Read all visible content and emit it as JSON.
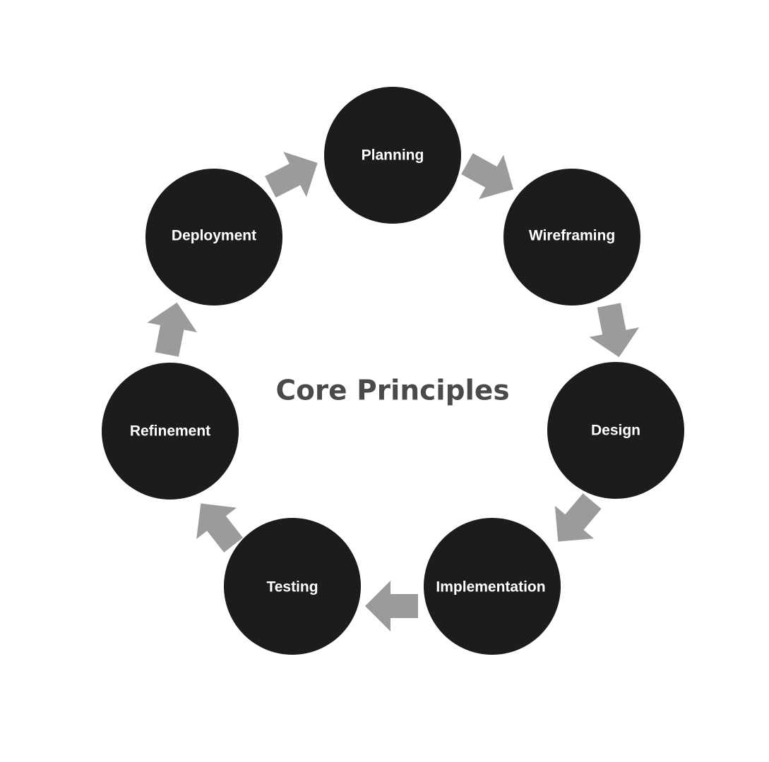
{
  "diagram": {
    "title": "Core Principles",
    "colors": {
      "node_fill": "#1c1c1c",
      "node_text": "#ffffff",
      "arrow": "#9b9b9b",
      "title_text": "#4a4a4a",
      "background": "#ffffff"
    },
    "stages": [
      {
        "label": "Planning"
      },
      {
        "label": "Wireframing"
      },
      {
        "label": "Design"
      },
      {
        "label": "Implementation"
      },
      {
        "label": "Testing"
      },
      {
        "label": "Refinement"
      },
      {
        "label": "Deployment"
      }
    ],
    "flow": "clockwise"
  }
}
